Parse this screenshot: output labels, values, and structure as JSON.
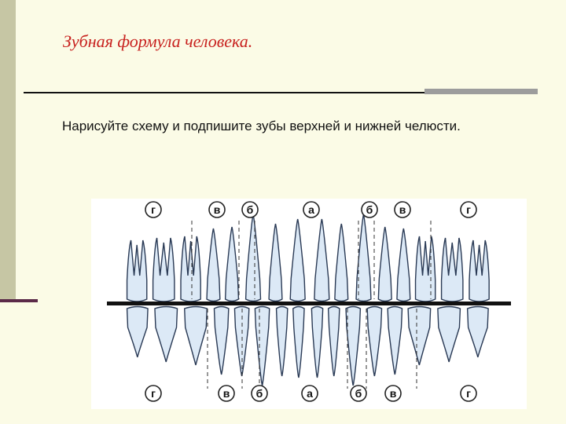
{
  "slide": {
    "title": "Зубная формула человека.",
    "instruction": "Нарисуйте схему и подпишите зубы верхней и нижней челюсти."
  },
  "diagram": {
    "upper_labels": [
      "г",
      "в",
      "б",
      "а",
      "б",
      "в",
      "г"
    ],
    "lower_labels": [
      "г",
      "в",
      "б",
      "а",
      "б",
      "в",
      "г"
    ],
    "colors": {
      "tooth_fill": "#dce9f6",
      "tooth_stroke": "#2a3a55",
      "bar": "#111111"
    }
  }
}
